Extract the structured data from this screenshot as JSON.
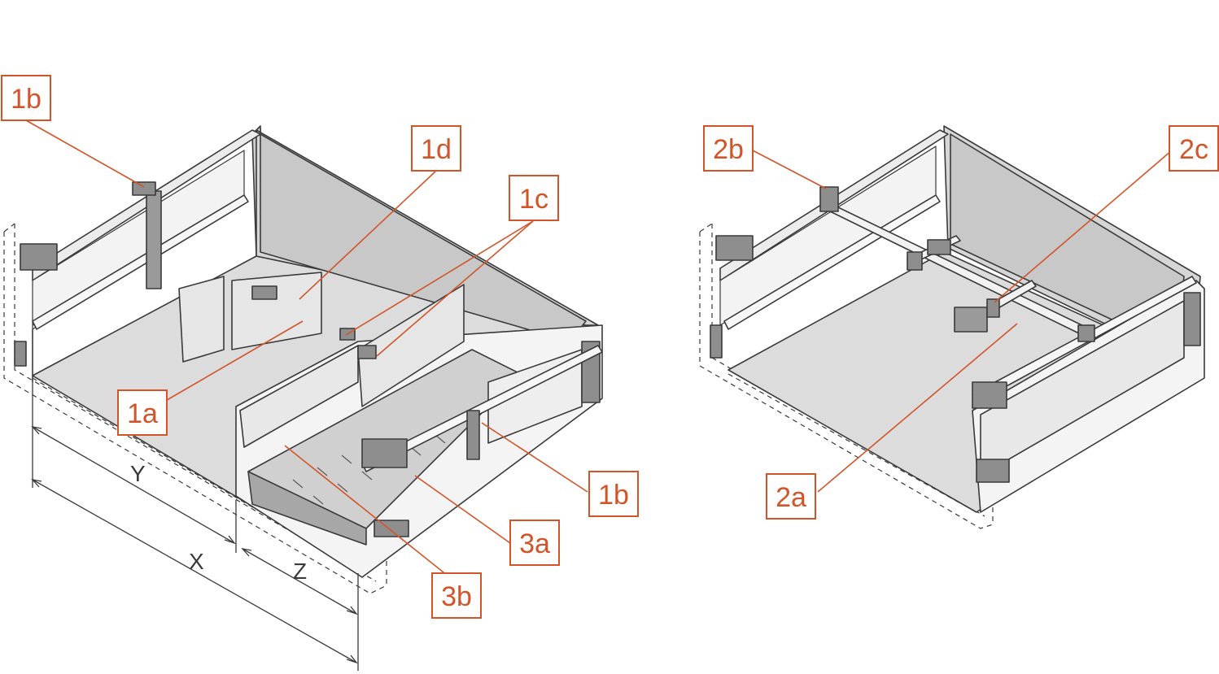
{
  "colors": {
    "accent": "#d2552a",
    "line": "#3a3a3a",
    "panel": "#dcdcdc",
    "panel_dark": "#c4c4c4",
    "metal": "#8e8e8e",
    "metal_dark": "#5e5e5e"
  },
  "left_diagram": {
    "callouts": {
      "c1b_top": "1b",
      "c1d": "1d",
      "c1c": "1c",
      "c1a": "1a",
      "c1b_right": "1b",
      "c3a": "3a",
      "c3b": "3b"
    },
    "dimensions": {
      "y": "Y",
      "x": "X",
      "z": "Z"
    }
  },
  "right_diagram": {
    "callouts": {
      "c2b": "2b",
      "c2c": "2c",
      "c2a": "2a"
    }
  }
}
